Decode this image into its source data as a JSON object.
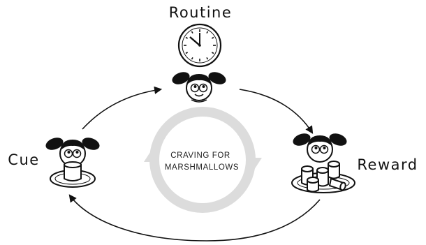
{
  "labels": {
    "routine": "Routine",
    "cue": "Cue",
    "reward": "Reward"
  },
  "center": {
    "line1": "CRAVING FOR",
    "line2": "MARSHMALLOWS"
  },
  "colors": {
    "ink": "#111111",
    "ring": "#dcdcdc"
  },
  "icons": [
    "clock-icon",
    "girl-icon",
    "cup-icon",
    "plate-icon",
    "marshmallows-icon"
  ]
}
